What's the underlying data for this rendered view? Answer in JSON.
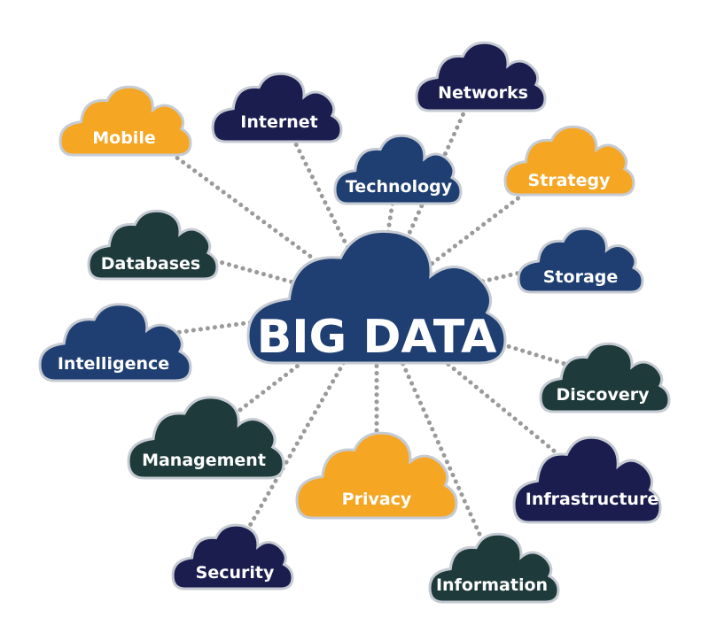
{
  "colors": {
    "blue": "#1f3f73",
    "navy": "#1b1d4f",
    "teal": "#1e3a3a",
    "orange": "#f5a623",
    "connector": "#9a9a9a",
    "outline": "#c6cbd3"
  },
  "center": {
    "label": "BIG DATA",
    "color": "blue"
  },
  "nodes": [
    {
      "label": "Mobile",
      "color": "orange"
    },
    {
      "label": "Internet",
      "color": "navy"
    },
    {
      "label": "Networks",
      "color": "navy"
    },
    {
      "label": "Technology",
      "color": "blue"
    },
    {
      "label": "Strategy",
      "color": "orange"
    },
    {
      "label": "Databases",
      "color": "teal"
    },
    {
      "label": "Storage",
      "color": "blue"
    },
    {
      "label": "Intelligence",
      "color": "blue"
    },
    {
      "label": "Discovery",
      "color": "teal"
    },
    {
      "label": "Management",
      "color": "teal"
    },
    {
      "label": "Privacy",
      "color": "orange"
    },
    {
      "label": "Infrastructure",
      "color": "navy"
    },
    {
      "label": "Security",
      "color": "navy"
    },
    {
      "label": "Information",
      "color": "teal"
    }
  ]
}
